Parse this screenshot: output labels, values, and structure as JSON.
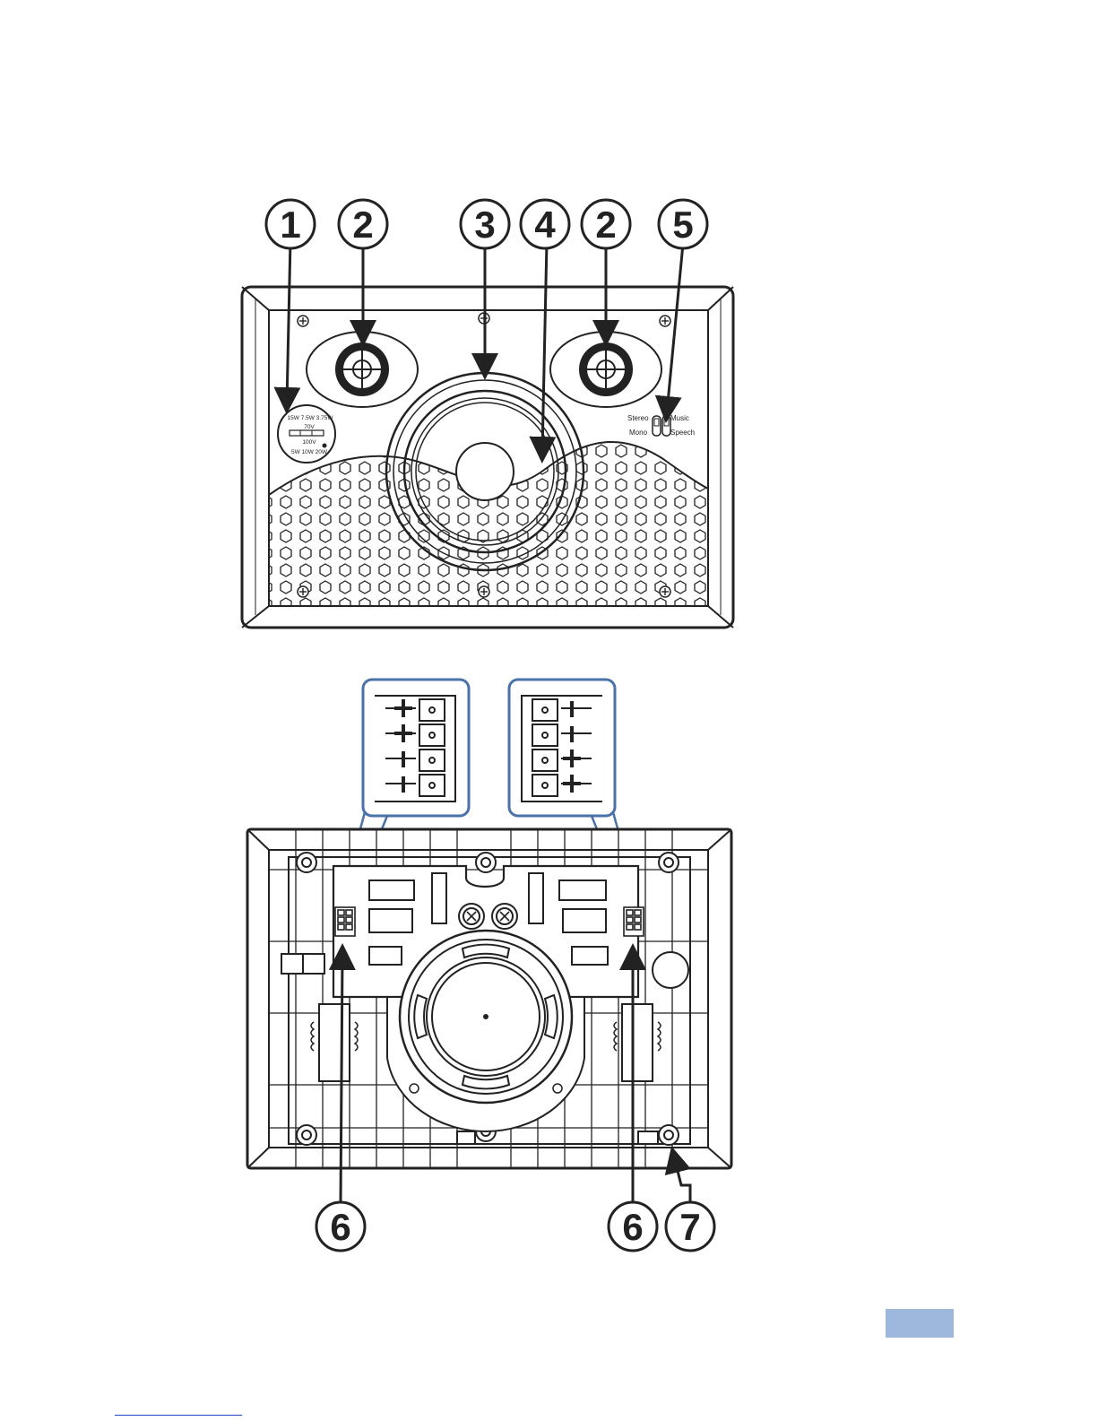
{
  "callouts": {
    "c1": "1",
    "c2a": "2",
    "c3": "3",
    "c4": "4",
    "c2b": "2",
    "c5": "5",
    "c6a": "6",
    "c6b": "6",
    "c7": "7"
  },
  "dial": {
    "tap_70v": "70V",
    "tap_100v": "100V"
  },
  "switches": {
    "stereo": "Stereo",
    "mono": "Mono",
    "music": "Music",
    "speech": "Speech"
  },
  "terminals": {
    "left": [
      "+",
      "+",
      "-",
      "-"
    ],
    "right": [
      "-",
      "-",
      "+",
      "+"
    ]
  },
  "colors": {
    "line": "#222222",
    "zoom_outline": "#4a72a8",
    "page_tab": "#9db8dc"
  }
}
